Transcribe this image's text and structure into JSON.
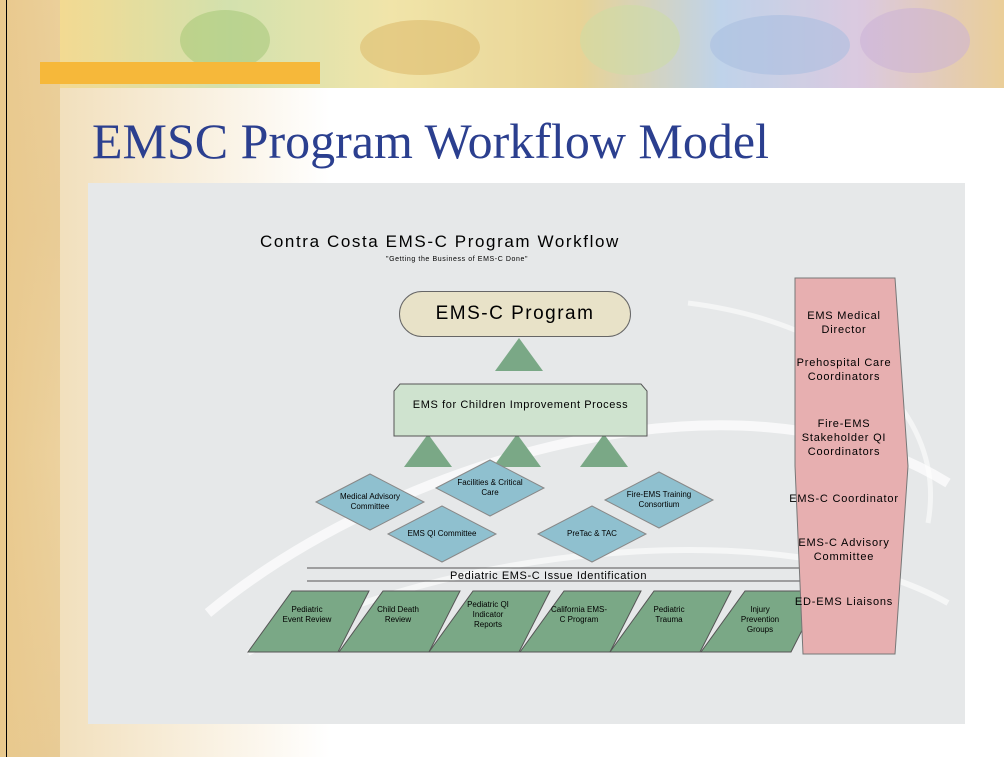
{
  "slide": {
    "title": "EMSC Program Workflow Model"
  },
  "workflow": {
    "title": "Contra Costa EMS-C Program Workflow",
    "subtitle": "\"Getting the Business of EMS-C Done\"",
    "program": "EMS-C Program",
    "process": "EMS for Children Improvement Process",
    "committees": [
      "Medical Advisory Committee",
      "Facilities & Critical Care",
      "Fire-EMS Training Consortium",
      "EMS QI Committee",
      "PreTac & TAC"
    ],
    "issue_identification": "Pediatric EMS-C Issue Identification",
    "sources": [
      "Pediatric Event Review",
      "Child Death Review",
      "Pediatric QI Indicator Reports",
      "California EMS-C Program",
      "Pediatric Trauma",
      "Injury Prevention Groups"
    ],
    "stakeholders": [
      "EMS Medical Director",
      "Prehospital Care Coordinators",
      "Fire-EMS Stakeholder QI Coordinators",
      "EMS-C Coordinator",
      "EMS-C Advisory Committee",
      "ED-EMS Liaisons"
    ]
  },
  "colors": {
    "title_blue": "#2b3f8f",
    "green_fill": "#7aa886",
    "diamond_fill": "#8fc0cf",
    "process_fill": "#cfe3cf",
    "program_fill": "#e8e2c8",
    "stakeholder_fill": "#e7afb0",
    "banner_orange": "#f6b83a"
  }
}
